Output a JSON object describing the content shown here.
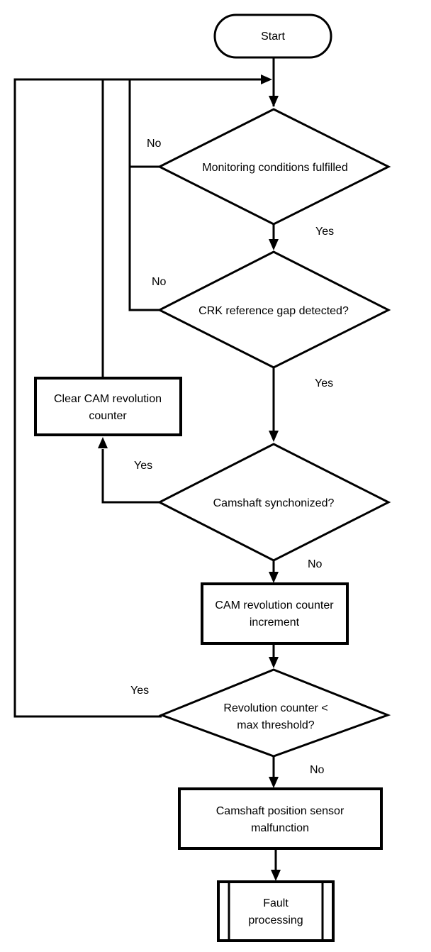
{
  "page": {
    "background": "#ffffff"
  },
  "colors": {
    "line": "#000000",
    "text": "#000000",
    "shape_fill": "#ffffff"
  },
  "nodes": {
    "start": {
      "type": "terminator",
      "label": "Start"
    },
    "monitoring": {
      "type": "decision",
      "label": "Monitoring conditions fulfilled"
    },
    "crk_gap": {
      "type": "decision",
      "label": "CRK reference gap detected?"
    },
    "clear_counter": {
      "type": "process",
      "line1": "Clear CAM revolution",
      "line2": "counter"
    },
    "camshaft_sync": {
      "type": "decision",
      "label": "Camshaft synchonized?"
    },
    "counter_increment": {
      "type": "process",
      "line1": "CAM revolution counter",
      "line2": "increment"
    },
    "threshold": {
      "type": "decision",
      "line1": "Revolution counter <",
      "line2": "max threshold?"
    },
    "malfunction": {
      "type": "process",
      "line1": "Camshaft position sensor",
      "line2": "malfunction"
    },
    "fault_processing": {
      "type": "predefined_process",
      "line1": "Fault",
      "line2": "processing"
    }
  },
  "edge_labels": {
    "monitoring_no": "No",
    "monitoring_yes": "Yes",
    "crk_no": "No",
    "crk_yes": "Yes",
    "sync_yes": "Yes",
    "sync_no": "No",
    "threshold_yes": "Yes",
    "threshold_no": "No"
  }
}
